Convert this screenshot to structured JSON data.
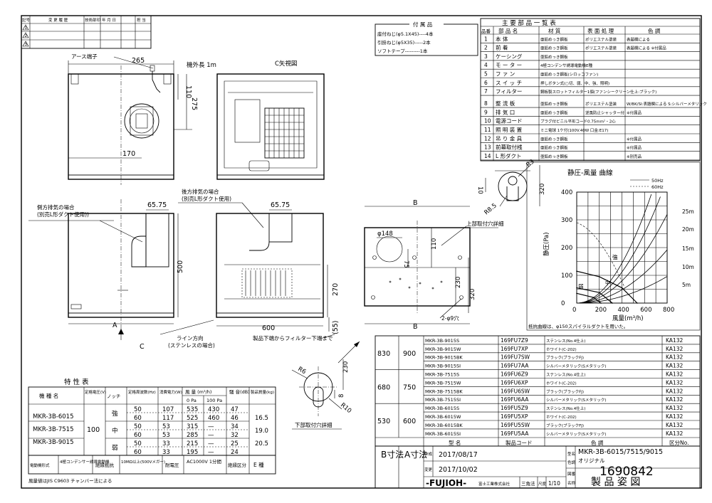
{
  "revision_block": {
    "headers": [
      "記号",
      "変 更 履 歴",
      "技術部印",
      "年 月 日",
      "担 当"
    ],
    "marks": [
      "1",
      "2",
      "3"
    ]
  },
  "accessories": {
    "title": "付 属 品",
    "items": [
      "座付ねじ(φ5.1X45)----4本",
      "引掛ねじ(φ5X35)-----2本",
      "ソフトテープ---------1本"
    ]
  },
  "parts_table": {
    "title": "主 要 部 品 一 覧 表",
    "headers": [
      "品番",
      "部 品 名",
      "材 質",
      "表 面 処 理",
      "色 調"
    ],
    "rows": [
      {
        "no": "1",
        "name": "本 体",
        "material": "亜鉛めっき鋼板",
        "finish": "ポリエステル塗装",
        "color": "表題欄による"
      },
      {
        "no": "2",
        "name": "前 着",
        "material": "亜鉛めっき鋼板",
        "finish": "ポリエステル塗装",
        "color": "表題欄による ※付属品"
      },
      {
        "no": "3",
        "name": "ケーシング",
        "material": "亜鉛めっき鋼板",
        "finish": "",
        "color": ""
      },
      {
        "no": "4",
        "name": "モ ー タ ー",
        "material": "4極コンデンサ誘導電動機E種",
        "finish": "",
        "color": ""
      },
      {
        "no": "5",
        "name": "フ ァ ン",
        "material": "亜鉛めっき鋼板(シロッコファン)",
        "finish": "",
        "color": ""
      },
      {
        "no": "6",
        "name": "ス イ ッ チ",
        "material": "押しボタン式(○切、弱、中、強、照明)",
        "finish": "",
        "color": ""
      },
      {
        "no": "7",
        "name": "フィルター",
        "material": "鋼板製スロットフィルター1個(ファンシークリーン仕上:ブラック)",
        "finish": "",
        "color": ""
      },
      {
        "no": "8",
        "name": "整 流 板",
        "material": "亜鉛めっき鋼板",
        "finish": "ポリエステル塗装",
        "color": "W/BK/SI:表題欄による S:シルバーメタリック"
      },
      {
        "no": "9",
        "name": "排 気 口",
        "material": "亜鉛めっき鋼板",
        "finish": "逆風防止シャッター付",
        "color": "※付属品"
      },
      {
        "no": "10",
        "name": "電源コード",
        "material": "プラグ付ビニル平形コード0.75mm²・2心",
        "finish": "",
        "color": ""
      },
      {
        "no": "11",
        "name": "照 明 装 置",
        "material": "ミニ電球 1ケ付(100V.40W 口金:E17)",
        "finish": "",
        "color": ""
      },
      {
        "no": "12",
        "name": "吊 り 金 具",
        "material": "亜鉛めっき鋼板",
        "finish": "",
        "color": "※付属品"
      },
      {
        "no": "13",
        "name": "前幕取付桟",
        "material": "亜鉛めっき鋼板",
        "finish": "",
        "color": "※付属品"
      },
      {
        "no": "14",
        "name": "L 形ダクト",
        "material": "亜鉛めっき鋼板",
        "finish": "",
        "color": "※別売品"
      }
    ]
  },
  "views": {
    "earth_terminal": "アース端子",
    "cord_length": "機外長 1m",
    "c_view": "C矢視図",
    "side_exhaust": "側方排気の場合",
    "side_exhaust_note": "(別売L形ダクト使用))",
    "rear_exhaust": "後方排気の場合",
    "rear_exhaust_note": "(別売L形ダクト使用)",
    "line_direction": "ライン方向",
    "line_direction_note": "(ステンレスの場合)",
    "filter_note": "製品下端からフィルター下端まで",
    "top_mount": "上部取付穴詳細",
    "bottom_mount": "下部取付穴詳細",
    "holes": "2-φ9穴",
    "label_a": "A",
    "label_b": "B",
    "label_c": "C"
  },
  "dims": {
    "d265": "265",
    "d110a": "110",
    "d275": "275",
    "d170": "170",
    "d65_75a": "65.75",
    "d65_75b": "65.75",
    "d500": "500",
    "d600": "600",
    "d270": "270",
    "d55": "(55)",
    "d148": "φ148",
    "d75": "75",
    "d110b": "110",
    "d230a": "230",
    "d320a": "320",
    "d10": "10",
    "r8_5": "R8.5",
    "r3": "R3",
    "d320b": "320",
    "d230b": "230",
    "r6": "R6",
    "r10": "R10",
    "d8": "8"
  },
  "perf_chart": {
    "title": "静圧-風量 曲線",
    "ylabel": "静圧(Pa)",
    "xlabel": "風量(m³/h)",
    "legend": [
      "50Hz",
      "60Hz"
    ],
    "note": "抵抗曲線は、φ150スパイラルダクトを用いた。",
    "curve_labels": [
      "強",
      "中",
      "弱"
    ],
    "duct_labels": [
      "25m",
      "20m",
      "15m",
      "10m",
      "5m"
    ]
  },
  "chart_data": {
    "type": "line",
    "title": "静圧-風量 曲線",
    "xlabel": "風量(m³/h)",
    "ylabel": "静圧(Pa)",
    "xlim": [
      0,
      800
    ],
    "ylim": [
      0,
      400
    ],
    "xticks": [
      "0",
      "200",
      "400",
      "600",
      "800"
    ],
    "yticks": [
      "0",
      "100",
      "200",
      "300",
      "400"
    ],
    "series": [
      {
        "name": "強",
        "x": [
          0,
          200,
          400,
          535
        ],
        "y": [
          115,
          95,
          55,
          0
        ]
      },
      {
        "name": "中",
        "x": [
          0,
          200,
          315
        ],
        "y": [
          55,
          38,
          0
        ]
      },
      {
        "name": "弱",
        "x": [
          0,
          150,
          215
        ],
        "y": [
          35,
          20,
          0
        ]
      }
    ]
  },
  "models": {
    "rows": [
      {
        "b": "830",
        "a": "900",
        "items": [
          {
            "model": "MKR-3B-9015S",
            "code": "169FU7Z9",
            "color": "ステンレス(No.4仕上)",
            "cls": "KA132"
          },
          {
            "model": "MKR-3B-9015W",
            "code": "169FU7XP",
            "color": "ホワイト(C-202)",
            "cls": "KA132"
          },
          {
            "model": "MKR-3B-9015BK",
            "code": "169FU7SW",
            "color": "ブラック(ブラックFJ)",
            "cls": "KA132"
          },
          {
            "model": "MKR-3B-9015SI",
            "code": "169FU7AA",
            "color": "シルバーメタリック(Sメタリック)",
            "cls": "KA132"
          }
        ]
      },
      {
        "b": "680",
        "a": "750",
        "items": [
          {
            "model": "MKR-3B-7515S",
            "code": "169FU6Z9",
            "color": "ステンレス(No.4仕上)",
            "cls": "KA132"
          },
          {
            "model": "MKR-3B-7515W",
            "code": "169FU6XP",
            "color": "ホワイト(C-202)",
            "cls": "KA132"
          },
          {
            "model": "MKR-3B-7515BK",
            "code": "169FU6SW",
            "color": "ブラック(ブラックFJ)",
            "cls": "KA132"
          },
          {
            "model": "MKR-3B-7515SI",
            "code": "169FU6AA",
            "color": "シルバーメタリック(Sメタリック)",
            "cls": "KA132"
          }
        ]
      },
      {
        "b": "530",
        "a": "600",
        "items": [
          {
            "model": "MKR-3B-6015S",
            "code": "169FU5Z9",
            "color": "ステンレス(No.4仕上)",
            "cls": "KA132"
          },
          {
            "model": "MKR-3B-6015W",
            "code": "169FU5XP",
            "color": "ホワイト(C-202)",
            "cls": "KA132"
          },
          {
            "model": "MKR-3B-6015BK",
            "code": "169FU5SW",
            "color": "ブラック(ブラックFJ)",
            "cls": "KA132"
          },
          {
            "model": "MKR-3B-6015SI",
            "code": "169FU5AA",
            "color": "シルバーメタリック(Sメタリック)",
            "cls": "KA132"
          }
        ]
      }
    ],
    "footer": [
      "型 名",
      "製品コード",
      "色 調",
      "区分No."
    ]
  },
  "specs": {
    "title": "特 性 表",
    "headers": [
      "機 種 名",
      "定格電圧(V)",
      "ノッチ",
      "定格周波数(Hz)",
      "消費電力(W)",
      "風 量 (m³/h)",
      "騒 音(dB)",
      "製品質量(kg)"
    ],
    "subheaders": [
      "0 Pa",
      "100 Pa"
    ],
    "models": [
      "MKR-3B-6015",
      "MKR-3B-7515",
      "MKR-3B-9015"
    ],
    "voltage": "100",
    "notches": [
      "強",
      "中",
      "弱"
    ],
    "rows": [
      [
        "50",
        "107",
        "535",
        "430",
        "47"
      ],
      [
        "60",
        "117",
        "525",
        "460",
        "46"
      ],
      [
        "50",
        "53",
        "315",
        "—",
        "34"
      ],
      [
        "60",
        "53",
        "285",
        "—",
        "32"
      ],
      [
        "50",
        "33",
        "215",
        "—",
        "25"
      ],
      [
        "60",
        "33",
        "195",
        "—",
        "24"
      ]
    ],
    "weights": [
      "16.5",
      "19.0",
      "20.5"
    ],
    "motor_label": "電動機形式",
    "motor": "4極コンデンサー誘導電動機",
    "insulation_label": "絶縁抵抗",
    "insulation": "10MΩ以上(500Vメガー)",
    "withstand_label": "耐電圧",
    "withstand": "AC1000V 1分間",
    "class_label": "絶縁区分",
    "class": "E 種",
    "note": "風量値はJIS C9603 チャンバー法による"
  },
  "title_block": {
    "b_label": "B寸法",
    "a_label": "A寸法",
    "created_label": "作成",
    "created": "2017/08/17",
    "revised_label": "変更",
    "revised": "2017/10/02",
    "company": "-FUJIOH-",
    "company_sub": "富士工業株式会社",
    "projection": "三角法",
    "scale_label": "尺度",
    "scale": "1/10",
    "model_label": "型名",
    "model": "MKR-3B-6015/7515/9015",
    "color_label": "色調",
    "color": "オリジナル",
    "drawing_no_label": "図番",
    "drawing_no": "1690842",
    "name_label": "名称",
    "name": "製 品 姿 図"
  }
}
